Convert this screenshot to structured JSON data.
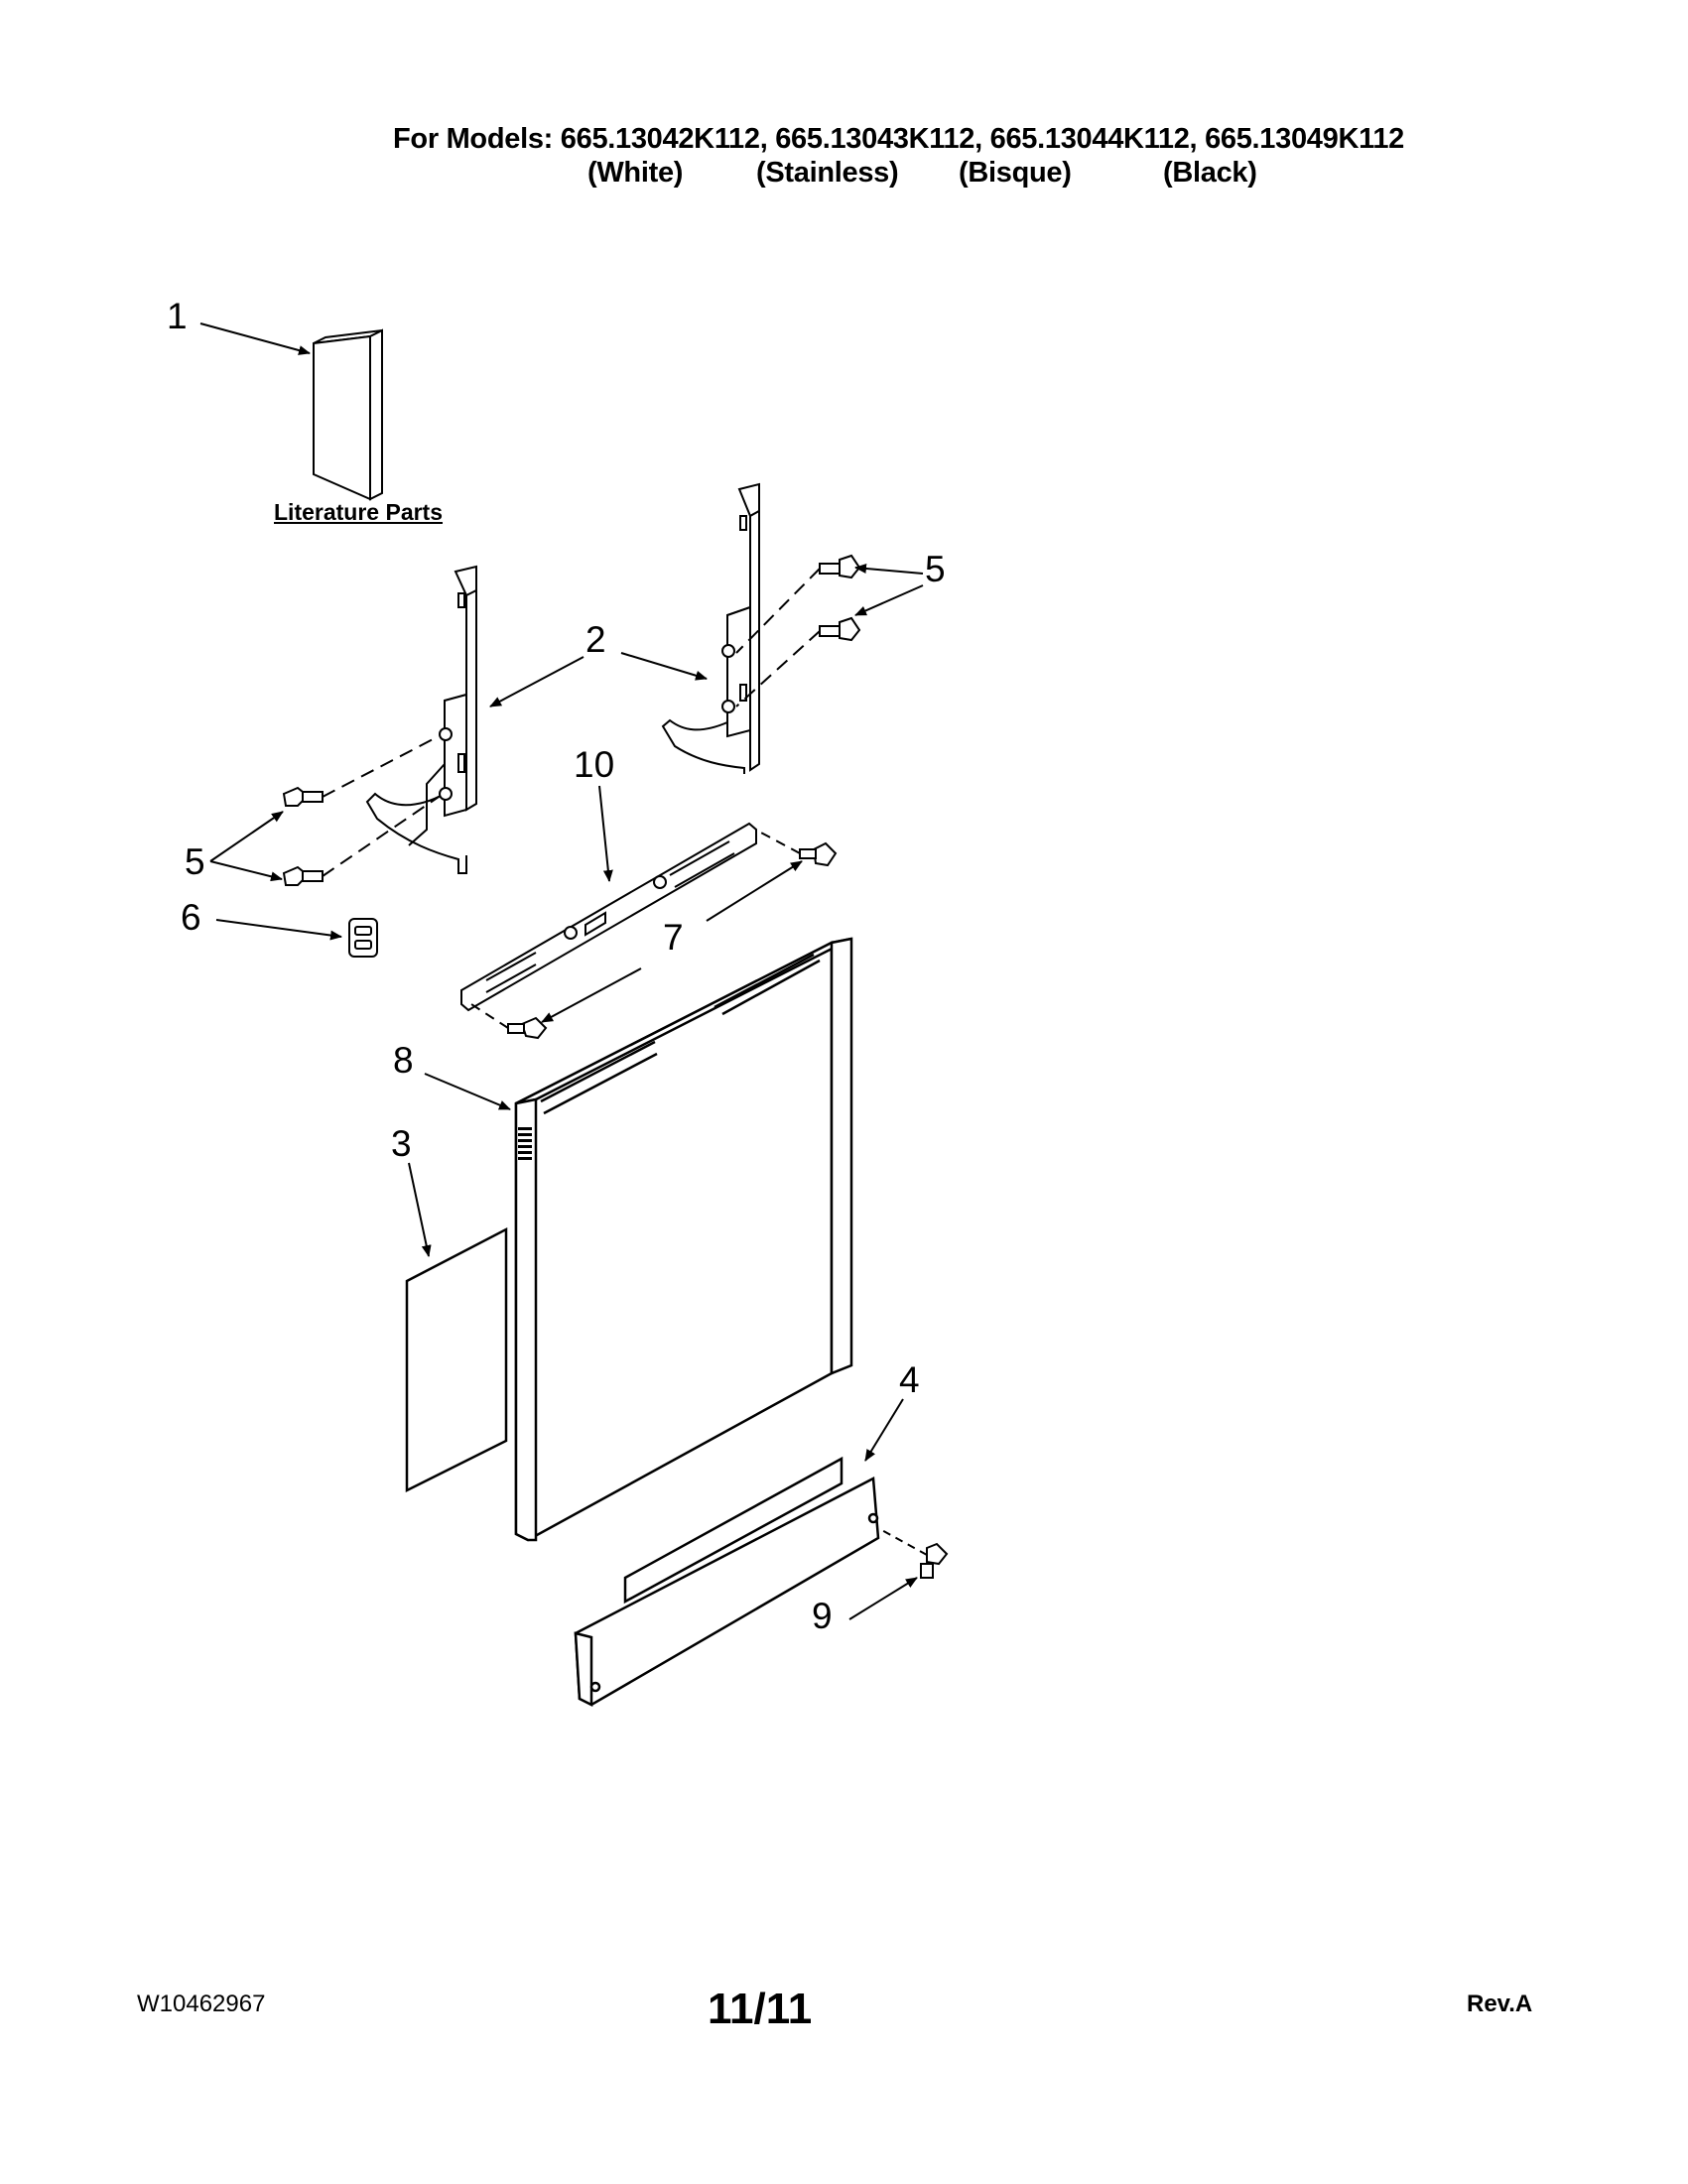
{
  "header": {
    "models_line": "For Models: 665.13042K112, 665.13043K112, 665.13044K112, 665.13049K112",
    "colors": [
      "(White)",
      "(Stainless)",
      "(Bisque)",
      "(Black)"
    ]
  },
  "diagram": {
    "literature_label": "Literature Parts",
    "callouts": {
      "c1": "1",
      "c2": "2",
      "c3": "3",
      "c4": "4",
      "c5_top": "5",
      "c5_left": "5",
      "c6": "6",
      "c7": "7",
      "c8": "8",
      "c9": "9",
      "c10": "10"
    }
  },
  "footer": {
    "doc_number": "W10462967",
    "page": "11/11",
    "revision": "Rev.A"
  }
}
